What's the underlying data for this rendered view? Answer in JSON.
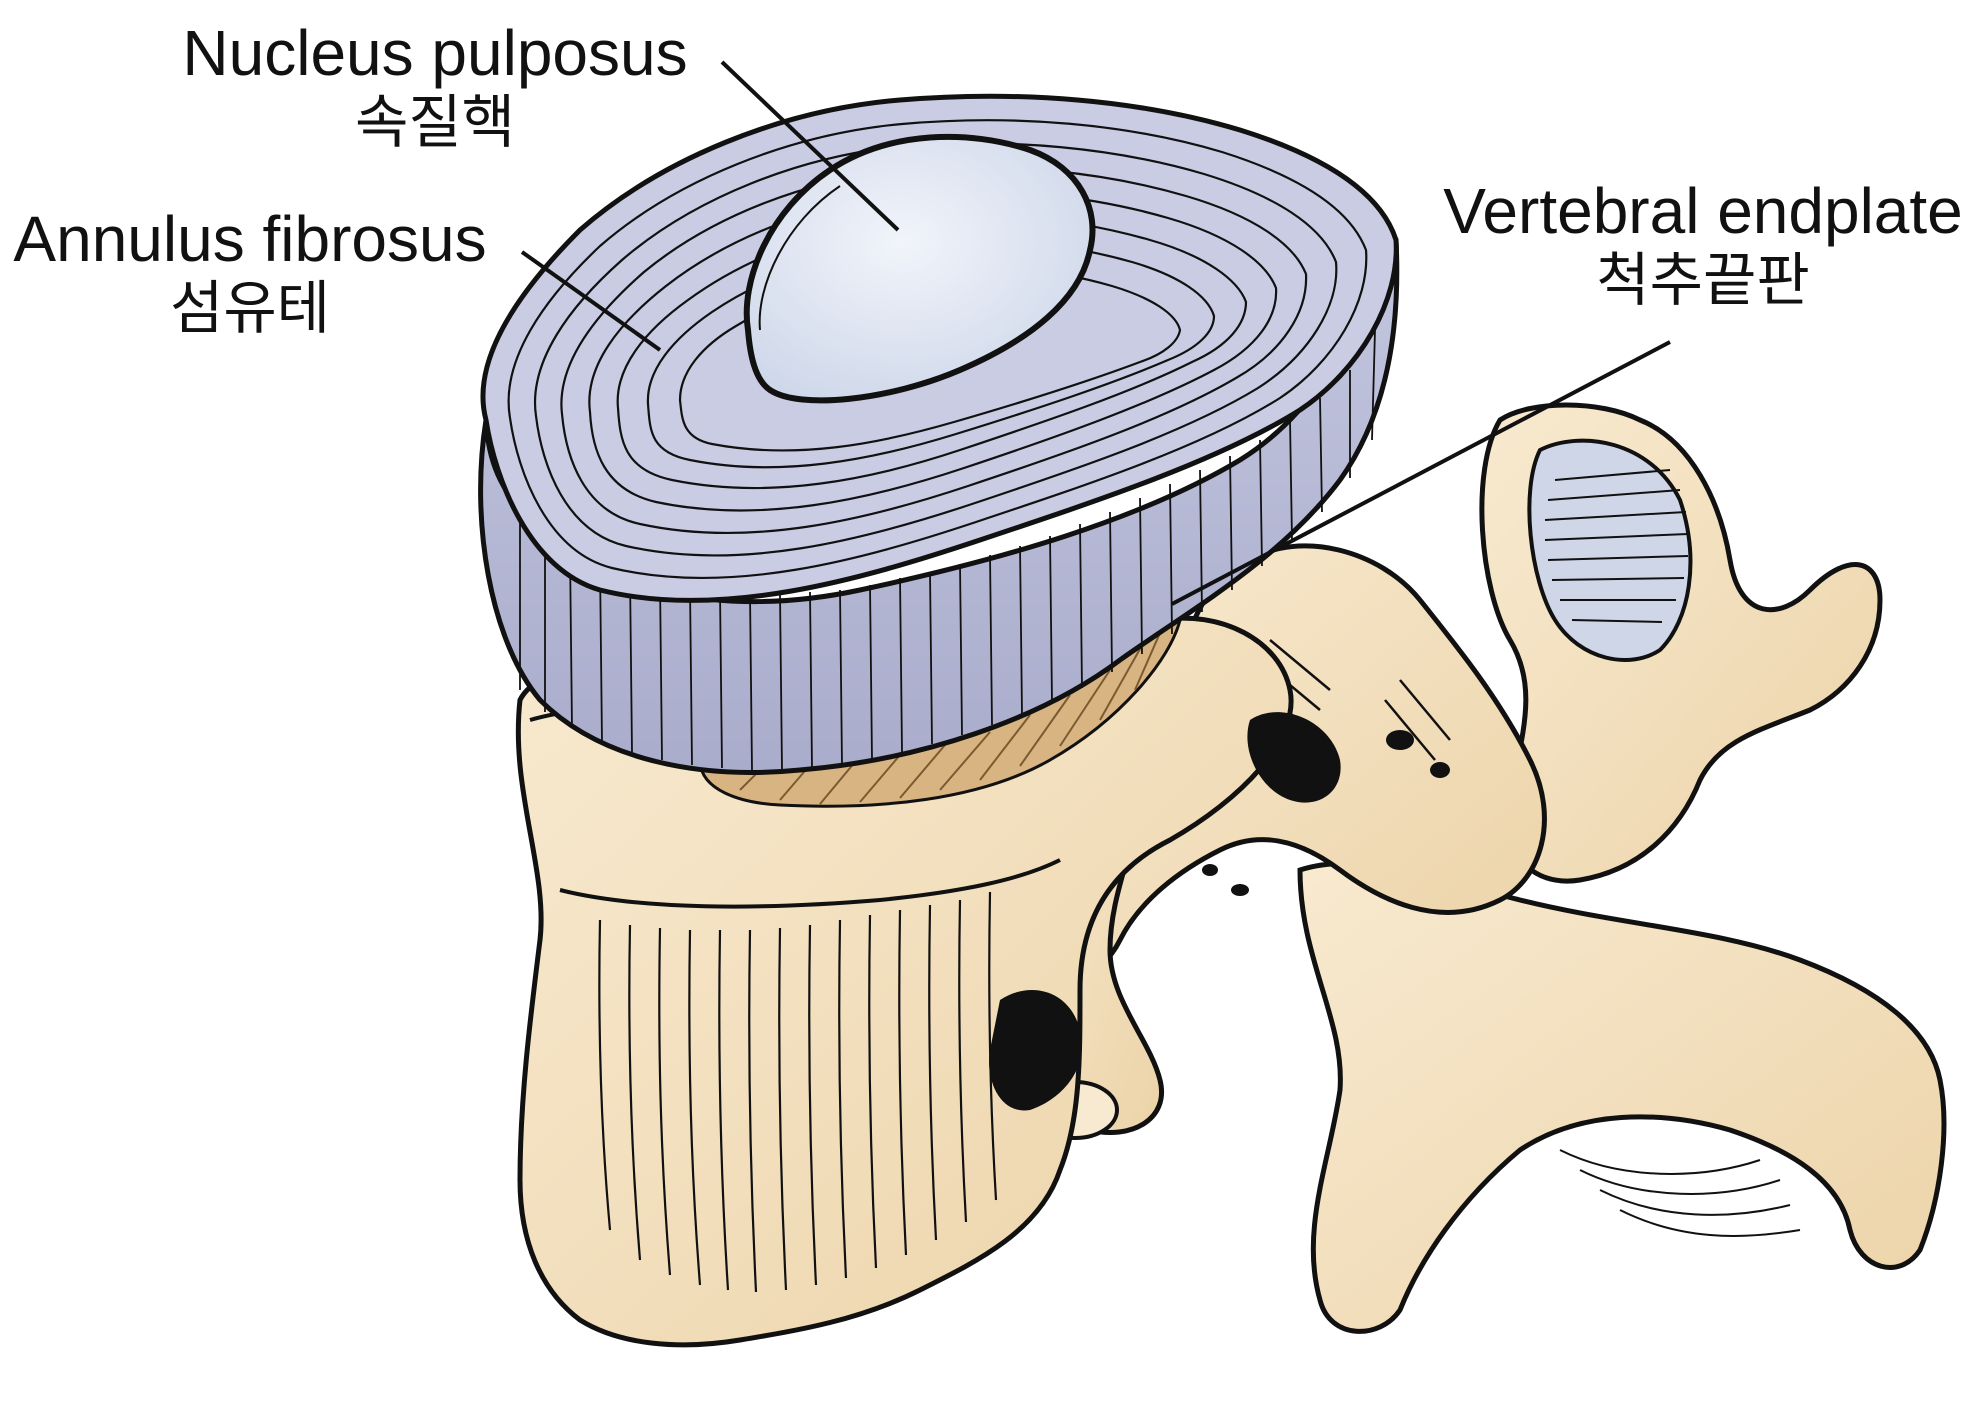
{
  "labels": {
    "nucleus": {
      "en": "Nucleus pulposus",
      "ko": "속질핵"
    },
    "annulus": {
      "en": "Annulus fibrosus",
      "ko": "섬유테"
    },
    "endplate": {
      "en": "Vertebral endplate",
      "ko": "척추끝판"
    }
  },
  "colors": {
    "disc_side": "#b9bcd6",
    "disc_top": "#c9cce2",
    "nucleus": "#dde4f1",
    "bone": "#f3e1c2",
    "bone_shadow": "#e1c496",
    "endplate": "#d9b483",
    "outline": "#111111"
  }
}
